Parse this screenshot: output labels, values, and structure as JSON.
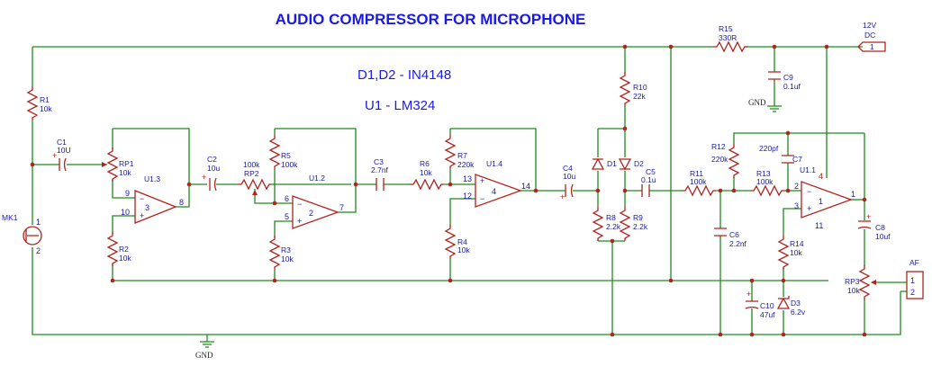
{
  "title": "AUDIO COMPRESSOR FOR MICROPHONE",
  "notes": [
    "D1,D2 - IN4148",
    "U1 - LM324"
  ],
  "power": {
    "voltage": "12V",
    "type": "DC",
    "pin": "1"
  },
  "gnd": "GND",
  "components": {
    "R1": {
      "ref": "R1",
      "value": "10k"
    },
    "R2": {
      "ref": "R2",
      "value": "10k"
    },
    "R3": {
      "ref": "R3",
      "value": "10k"
    },
    "R4": {
      "ref": "R4",
      "value": "10k"
    },
    "R5": {
      "ref": "R5",
      "value": "100k"
    },
    "R6": {
      "ref": "R6",
      "value": "10k"
    },
    "R7": {
      "ref": "R7",
      "value": "220k"
    },
    "R8": {
      "ref": "R8",
      "value": "2.2k"
    },
    "R9": {
      "ref": "R9",
      "value": "2.2k"
    },
    "R10": {
      "ref": "R10",
      "value": "22k"
    },
    "R11": {
      "ref": "R11",
      "value": "100k"
    },
    "R12": {
      "ref": "R12",
      "value": "220k"
    },
    "R13": {
      "ref": "R13",
      "value": "100k"
    },
    "R14": {
      "ref": "R14",
      "value": "10k"
    },
    "R15": {
      "ref": "R15",
      "value": "330R"
    },
    "C1": {
      "ref": "C1",
      "value": "10U"
    },
    "C2": {
      "ref": "C2",
      "value": "10u"
    },
    "C3": {
      "ref": "C3",
      "value": "2.7nf"
    },
    "C4": {
      "ref": "C4",
      "value": "10u"
    },
    "C5": {
      "ref": "C5",
      "value": "0.1u"
    },
    "C6": {
      "ref": "C6",
      "value": "2.2nf"
    },
    "C7": {
      "ref": "C7",
      "value": "220pf"
    },
    "C8": {
      "ref": "C8",
      "value": "10uf"
    },
    "C9": {
      "ref": "C9",
      "value": "0.1uf"
    },
    "C10": {
      "ref": "C10",
      "value": "47uf"
    },
    "D1": {
      "ref": "D1"
    },
    "D2": {
      "ref": "D2"
    },
    "D3": {
      "ref": "D3",
      "value": "6.2v"
    },
    "RP1": {
      "ref": "RP1",
      "value": "10k"
    },
    "RP2": {
      "ref": "RP2",
      "value": "100k"
    },
    "RP3": {
      "ref": "RP3",
      "value": "10k"
    },
    "MK1": {
      "ref": "MK1"
    },
    "AF": {
      "ref": "AF",
      "pins": [
        "1",
        "2"
      ]
    }
  },
  "opamps": {
    "U13": {
      "ref": "U1.3",
      "unit": "3",
      "in_minus": "9",
      "in_plus": "10",
      "out": "8"
    },
    "U12": {
      "ref": "U1.2",
      "unit": "2",
      "in_minus": "6",
      "in_plus": "5",
      "out": "7"
    },
    "U14": {
      "ref": "U1.4",
      "unit": "4",
      "in_minus": "13",
      "in_plus": "12",
      "out": "14"
    },
    "U11": {
      "ref": "U1.1",
      "unit": "1",
      "in_minus": "2",
      "in_plus": "3",
      "out": "1",
      "vcc_pin": "4",
      "gnd_pin": "11"
    }
  },
  "mic_pins": [
    "1",
    "2"
  ]
}
